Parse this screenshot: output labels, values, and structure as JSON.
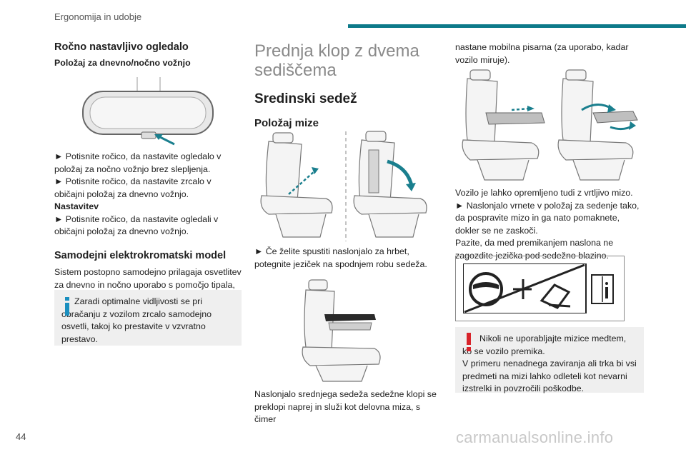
{
  "header": {
    "section": "Ergonomija in udobje",
    "accent_color": "#0d7a8a"
  },
  "page_number": "44",
  "watermark": "carmanualsonline.info",
  "col1": {
    "title": "Ročno nastavljivo ogledalo",
    "subtitle": "Položaj za dnevno/nočno vožnjo",
    "step1": "► Potisnite ročico, da nastavite ogledalo v položaj za nočno vožnjo brez slepljenja.",
    "step2": "► Potisnite ročico, da nastavite zrcalo v običajni položaj za dnevno vožnjo.",
    "nastavitev_label": "Nastavitev",
    "step3": "► Potisnite ročico, da nastavite ogledali v običajni položaj za dnevno vožnjo.",
    "auto_title": "Samodejni elektrokromatski model",
    "auto_text": "Sistem postopno samodejno prilagaja osvetlitev za dnevno in nočno uporabo s pomočjo tipala, ki meri jakost svetlobe za vozilom.",
    "info_note": "Zaradi optimalne vidljivosti se pri obračanju z vozilom zrcalo samodejno osvetli, takoj ko prestavite v vzvratno prestavo."
  },
  "col2": {
    "big_title": "Prednja klop z dvema sediščema",
    "section_title": "Sredinski sedež",
    "sub_title": "Položaj mize",
    "step1": "► Če želite spustiti naslonjalo za hrbet, potegnite jeziček na spodnjem robu sedeža.",
    "text_bottom": "Naslonjalo srednjega sedeža sedežne klopi se preklopi naprej in služi kot delovna miza, s čimer"
  },
  "col3": {
    "text_top": "nastane mobilna pisarna (za uporabo, kadar vozilo miruje).",
    "swivel_text": "Vozilo je lahko opremljeno tudi z vrtljivo mizo.",
    "step1": "► Naslonjalo vrnete v položaj za sedenje tako, da pospravite mizo in ga nato pomaknete, dokler se ne zaskoči.",
    "caution": "Pazite, da med premikanjem naslona ne zagozdite jezička pod sedežno blazino.",
    "warning_note": "Nikoli ne uporabljajte mizice medtem, ko se vozilo premika.",
    "warning_text2": "V primeru nenadnega zaviranja ali trka bi vsi predmeti na mizi lahko odleteli kot nevarni izstrelki in povzročili poškodbe."
  }
}
